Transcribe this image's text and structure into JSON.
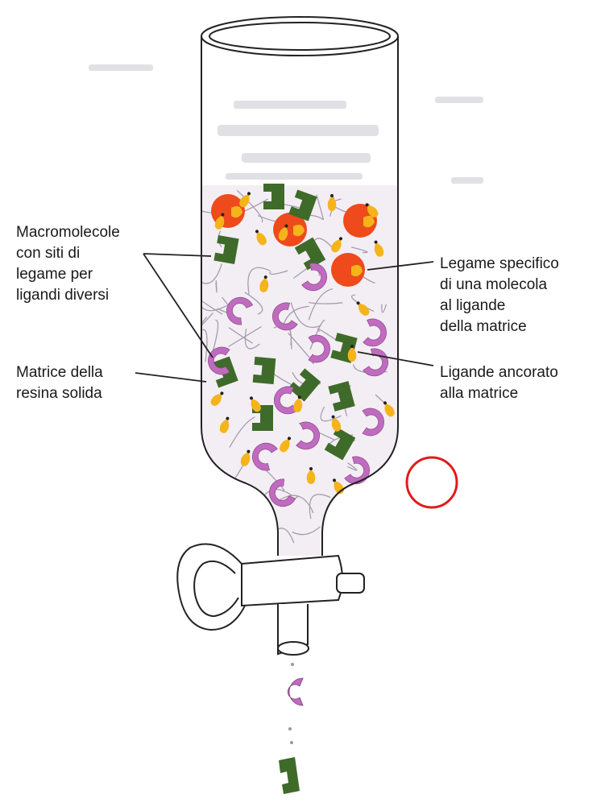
{
  "labels": {
    "macromolecules": [
      "Macromolecole",
      "con siti di",
      "legame per",
      "ligandi diversi"
    ],
    "matrix": [
      "Matrice della",
      "resina solida"
    ],
    "specific_binding": [
      "Legame specifico",
      "di una molecola",
      "al ligande",
      "della matrice"
    ],
    "anchored_ligand": [
      "Ligande ancorato",
      "alla matrice"
    ]
  },
  "colors": {
    "outline": "#222222",
    "fill_tint": "#f3eef3",
    "fiber": "#a89bb0",
    "ligand": "#f4b41a",
    "red_molecule": "#ee4a1c",
    "purple_molecule": "#c06bbf",
    "green_molecule": "#3f6b2a",
    "annotation_circle": "#e01b1b"
  },
  "icons": {
    "red_molecule": "red-sphere-with-notch",
    "purple_molecule": "purple-c-shape",
    "green_molecule": "green-bracket-shape",
    "ligand": "yellow-teardrop-ligand"
  }
}
